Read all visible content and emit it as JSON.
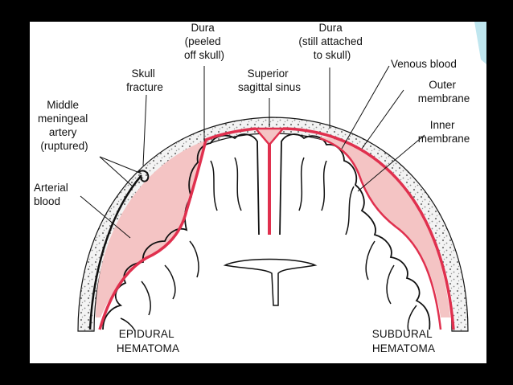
{
  "colors": {
    "frame": "#000000",
    "panel": "#ffffff",
    "blood_fill": "#f4c4c4",
    "dura_red": "#e0304e",
    "skull_fill": "#f2f2f2",
    "outline": "#111111",
    "accent_cyan": "#bfe6ef"
  },
  "labels": {
    "dura_peeled": [
      "Dura",
      "(peeled",
      "off skull)"
    ],
    "dura_attached": [
      "Dura",
      "(still attached",
      "to skull)"
    ],
    "skull_fracture": [
      "Skull",
      "fracture"
    ],
    "superior_sinus": [
      "Superior",
      "sagittal sinus"
    ],
    "venous_blood": [
      "Venous blood"
    ],
    "outer_membrane": [
      "Outer",
      "membrane"
    ],
    "inner_membrane": [
      "Inner",
      "membrane"
    ],
    "middle_artery": [
      "Middle",
      "meningeal",
      "artery",
      "(ruptured)"
    ],
    "arterial_blood": [
      "Arterial",
      "blood"
    ],
    "epidural": [
      "EPIDURAL",
      "HEMATOMA"
    ],
    "subdural": [
      "SUBDURAL",
      "HEMATOMA"
    ]
  }
}
